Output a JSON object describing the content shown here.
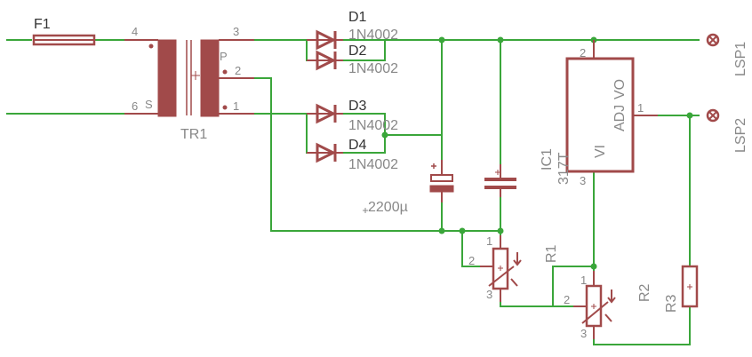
{
  "fuse": {
    "name": "F1"
  },
  "transformer": {
    "name": "TR1",
    "pins": {
      "p4": "4",
      "p6": "6",
      "p3": "3",
      "p2": "2",
      "p1": "1"
    },
    "side_s": "S",
    "side_p": "P"
  },
  "diodes": [
    {
      "name": "D1",
      "value": "1N4002"
    },
    {
      "name": "D2",
      "value": "1N4002"
    },
    {
      "name": "D3",
      "value": "1N4002"
    },
    {
      "name": "D4",
      "value": "1N4002"
    }
  ],
  "capacitor": {
    "value": "2200µ"
  },
  "regulator": {
    "name": "IC1",
    "value": "317T",
    "vo": "VO",
    "adj": "ADJ",
    "vi": "VI",
    "pin_vo": "2",
    "pin_adj": "1",
    "pin_vi": "3"
  },
  "trimmer1": {
    "name": "R1",
    "pins": [
      "1",
      "2",
      "3"
    ]
  },
  "trimmer2": {
    "name": "R2",
    "pins": [
      "1",
      "2",
      "3"
    ]
  },
  "resistor3": {
    "name": "R3"
  },
  "connectors": [
    {
      "name": "LSP1"
    },
    {
      "name": "LSP2"
    }
  ],
  "colors": {
    "wire": "#3aa63a",
    "component": "#a14a4a",
    "name_text": "#333333",
    "value_text": "#888888"
  }
}
